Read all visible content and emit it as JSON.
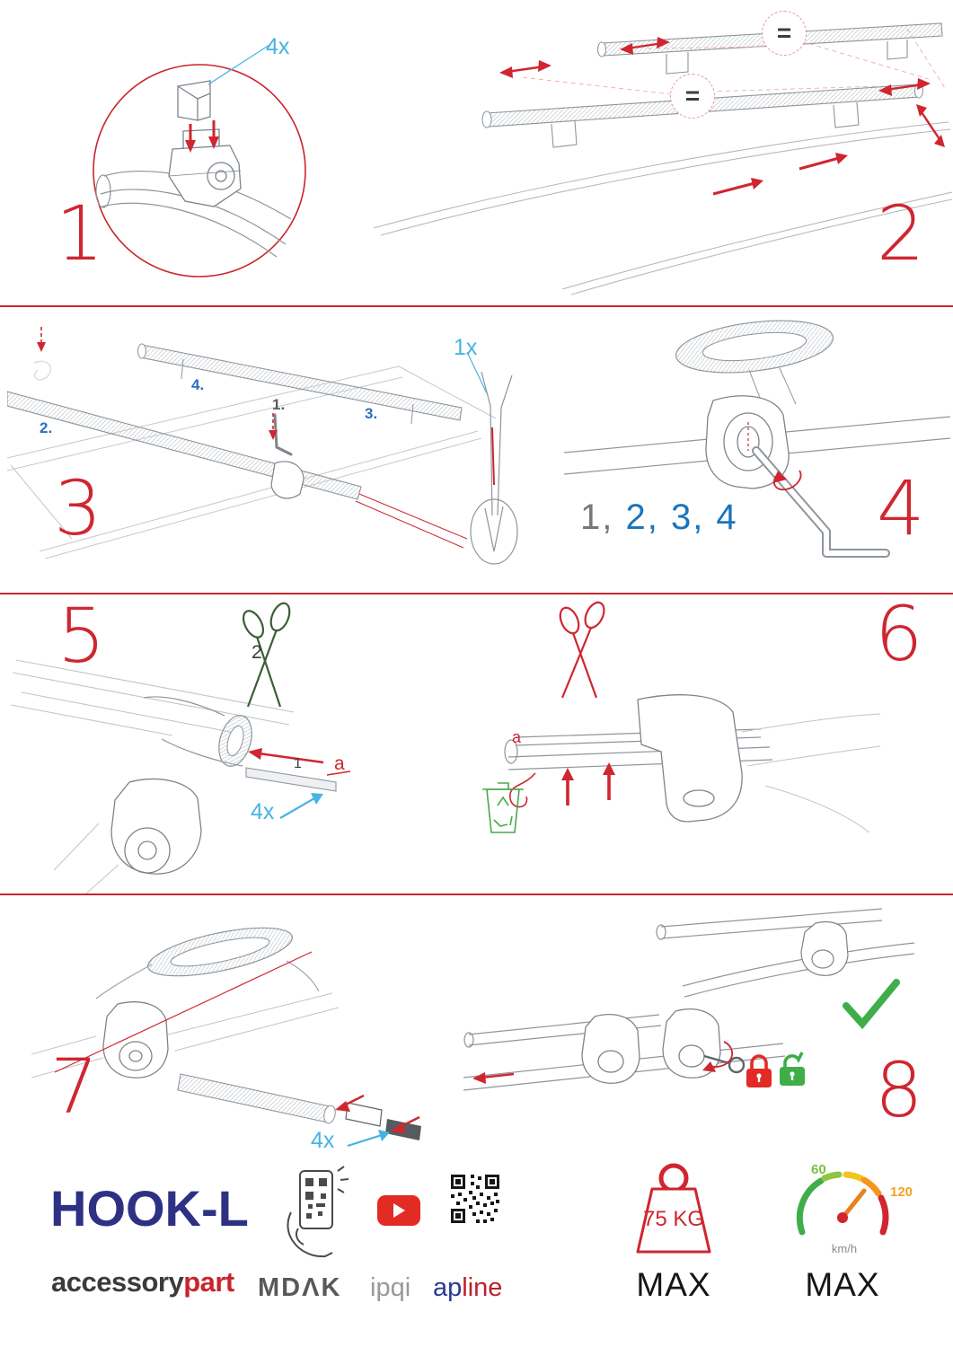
{
  "steps": {
    "s1": {
      "num": "1",
      "qty": "4x"
    },
    "s2": {
      "num": "2",
      "equals1": "=",
      "equals2": "="
    },
    "s3": {
      "num": "3",
      "qty": "1x",
      "sub1": "1.",
      "sub2": "2.",
      "sub3": "3.",
      "sub4": "4."
    },
    "s4": {
      "num": "4",
      "seq_gray": "1,",
      "seq_blue": " 2, 3, 4"
    },
    "s5": {
      "num": "5",
      "label1": "1",
      "label2": "2",
      "labelA": "a",
      "qty": "4x"
    },
    "s6": {
      "num": "6",
      "labelA": "a"
    },
    "s7": {
      "num": "7",
      "qty": "4x"
    },
    "s8": {
      "num": "8"
    }
  },
  "footer": {
    "product": "HOOK-L",
    "brand_dark": "accessory",
    "brand_red": "part",
    "logo_mdak": "MDΛK",
    "logo_ipqi": "ipqi",
    "logo_ap": "ap",
    "logo_line": "line",
    "weight_value": "75 KG",
    "weight_max": "MAX",
    "speed_low": "60",
    "speed_high": "120",
    "speed_unit": "km/h",
    "speed_max": "MAX"
  },
  "colors": {
    "accent_red": "#cf2630",
    "label_blue": "#45b4e3",
    "sequence_blue": "#1b75bb",
    "brand_navy": "#2e3183",
    "success_green": "#3fae49",
    "warning_orange": "#f7941d"
  }
}
